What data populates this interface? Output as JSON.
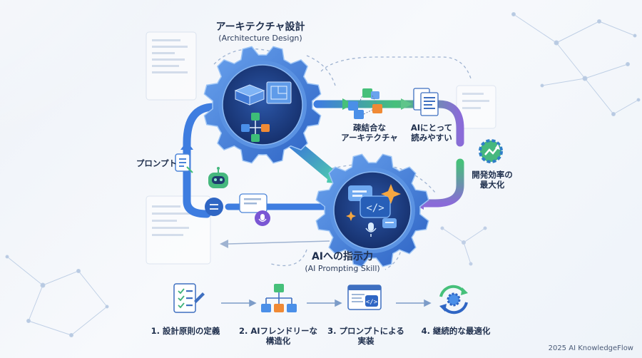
{
  "nodes": {
    "architecture": {
      "title": "アーキテクチャ設計",
      "subtitle": "(Architecture Design)"
    },
    "prompting": {
      "title": "AIへの指示力",
      "subtitle": "(AI Prompting Skill)"
    },
    "loose_coupling": {
      "line1": "疎結合な",
      "line2": "アーキテクチャ"
    },
    "ai_readable": {
      "line1": "AIにとって",
      "line2": "読みやすい"
    },
    "efficiency": {
      "line1": "開発効率の",
      "line2": "最大化"
    },
    "prompt": {
      "label": "プロンプト"
    }
  },
  "steps": [
    {
      "line1": "1. 設計原則の定義",
      "line2": ""
    },
    {
      "line1": "2. AIフレンドリーな",
      "line2": "構造化"
    },
    {
      "line1": "3. プロンプトによる",
      "line2": "実装"
    },
    {
      "line1": "4. 継続的な最適化",
      "line2": ""
    }
  ],
  "footer": {
    "credit": "2025 AI KnowledgeFlow"
  },
  "colors": {
    "gear_outer": "#3f78d4",
    "gear_inner": "#1e3f86",
    "flow_green": "#46c07a",
    "flow_purple": "#8a6bd8",
    "accent_orange": "#f08a35"
  }
}
